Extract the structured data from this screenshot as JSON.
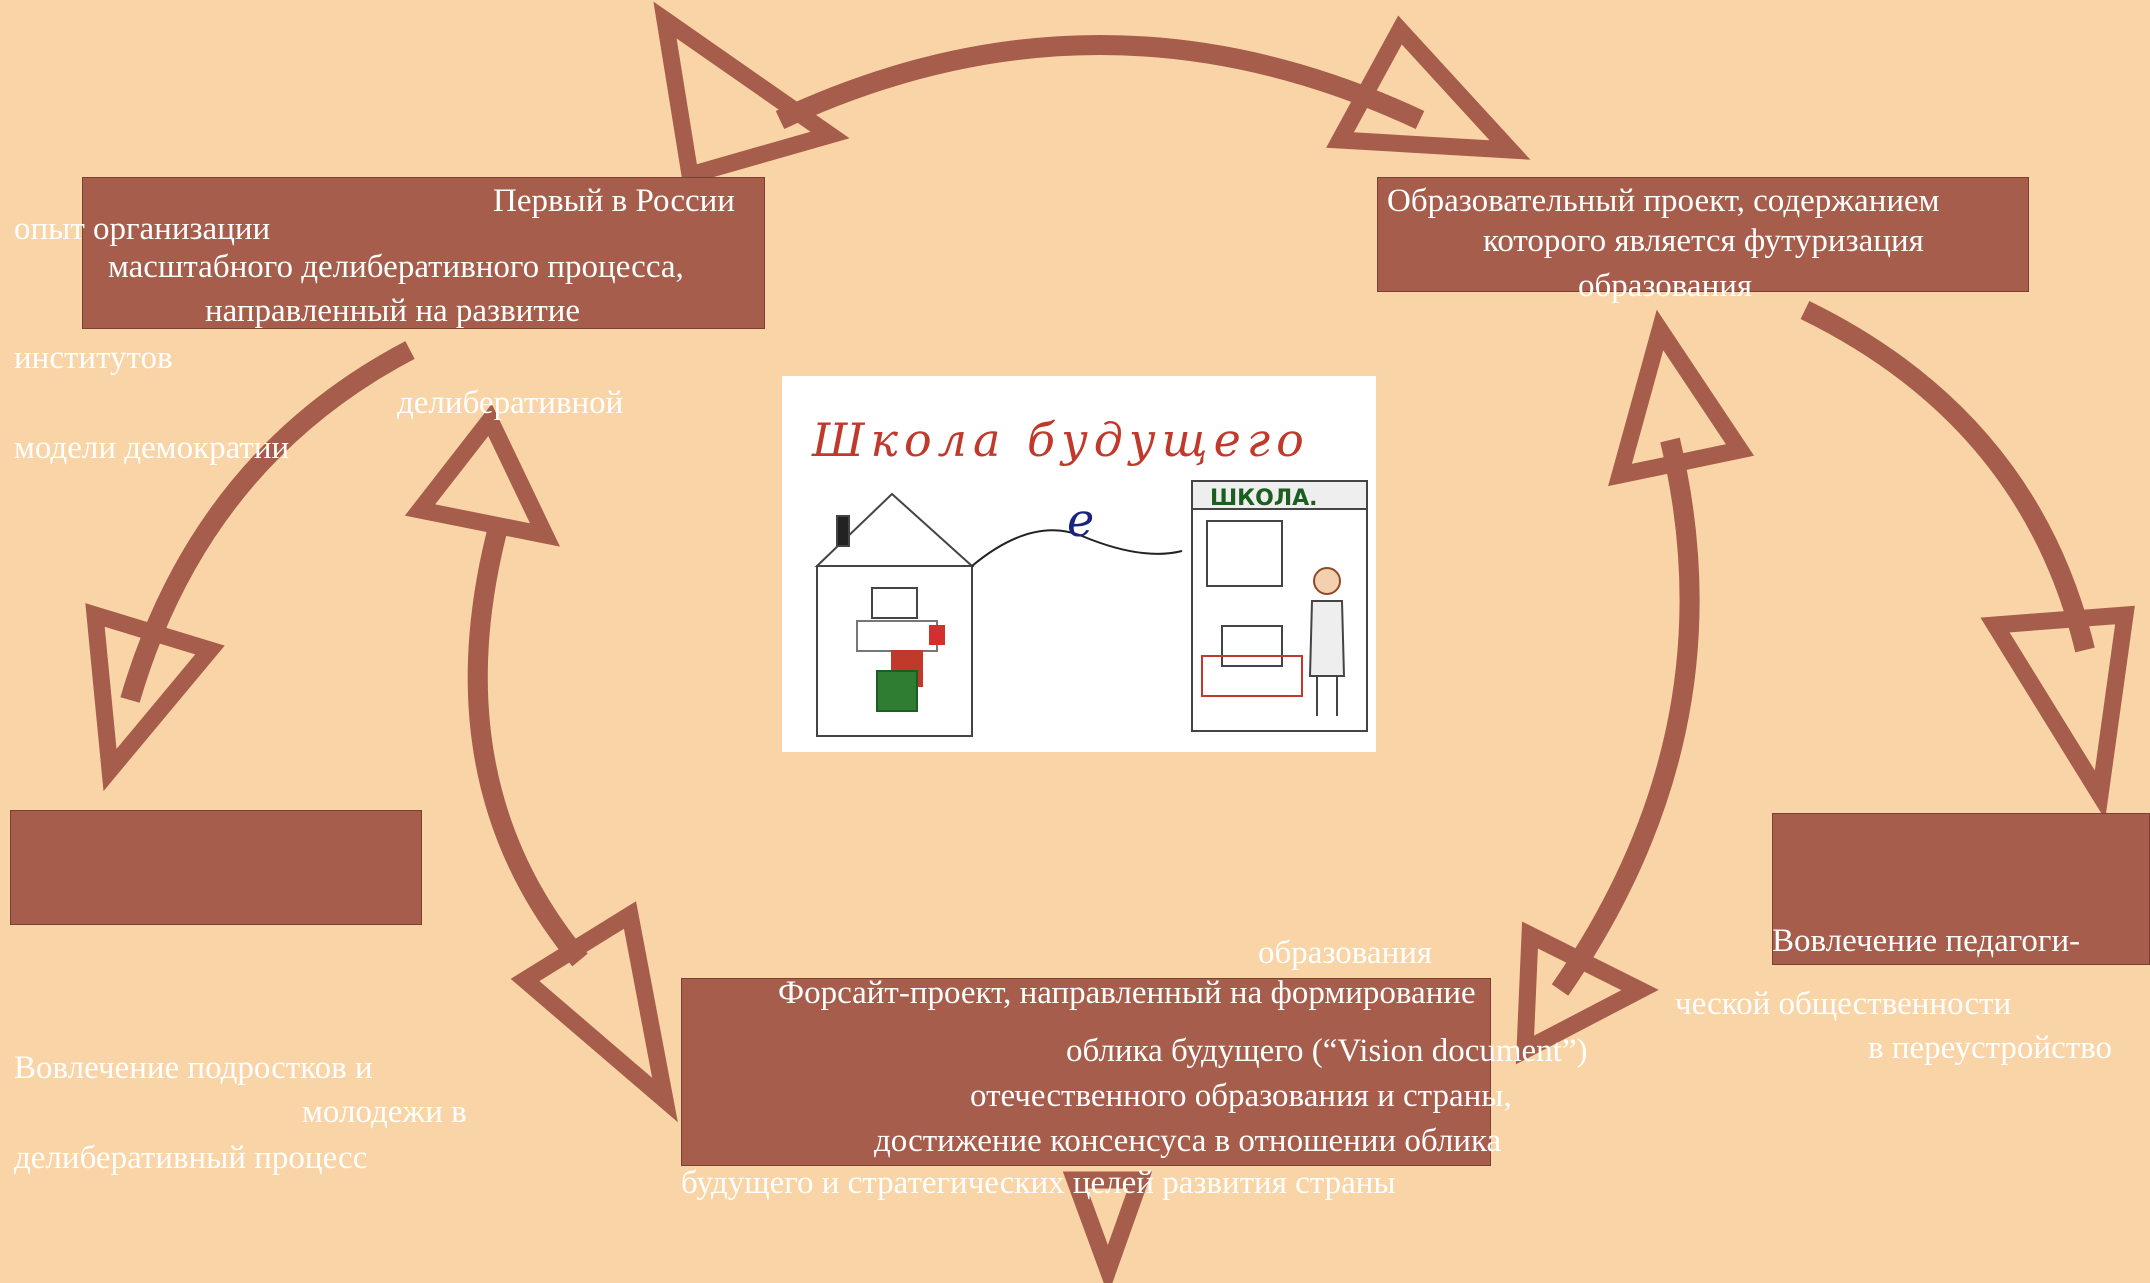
{
  "colors": {
    "background": "#f9d4a6",
    "box": "#a65d4b",
    "arrow": "#a65d4b",
    "text": "#ffffff"
  },
  "image": {
    "caption": "Школа будущего",
    "subject": "children's drawing: home with computer linked by 'e' to school with teacher"
  },
  "blocks": {
    "top_left": {
      "line1": "Первый в России",
      "line2": "опыт организации",
      "line3": "масштабного делиберативного процесса,",
      "line4": "направленный на развитие",
      "line5": "институтов",
      "line6": "делиберативной",
      "line7": "модели демократии"
    },
    "top_right": {
      "line1": "Образовательный проект, содержанием",
      "line2": "которого является футуризация",
      "line3": "образования"
    },
    "left": {
      "line1": "Вовлечение подростков и",
      "line2": "молодежи в",
      "line3": "делиберативный процесс"
    },
    "right": {
      "line1": "Вовлечение педагоги-",
      "line2": "ческой общественности",
      "line3": "в переустройство",
      "line4": "образования"
    },
    "bottom": {
      "line1": "Форсайт-проект, направленный на формирование",
      "line2": "облика будущего (“Vision document”)",
      "line3": "отечественного образования и страны,",
      "line4": "достижение консенсуса в отношении облика",
      "line5": "будущего и стратегических целей развития страны"
    }
  }
}
